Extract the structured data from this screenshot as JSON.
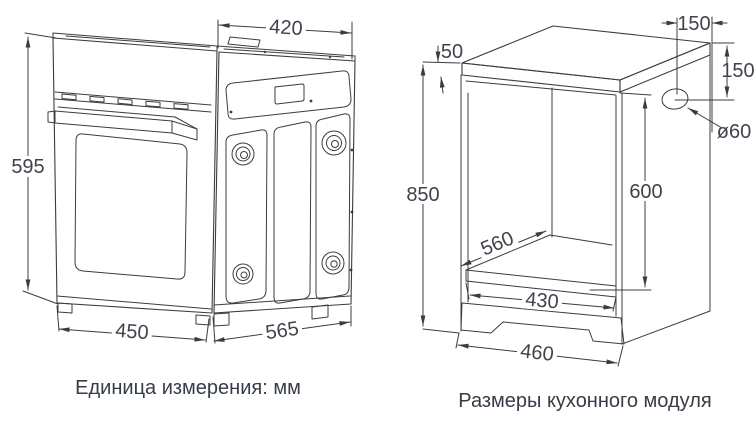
{
  "colors": {
    "background": "#ffffff",
    "line": "#3c3c3c",
    "dim_text": "#3f434b",
    "caption_text": "#363d47"
  },
  "left_figure": {
    "name": "oven-outline-drawing",
    "caption": "Единица измерения: мм",
    "dimensions": {
      "top_width": "420",
      "height": "595",
      "bottom_front": "450",
      "bottom_side": "565"
    }
  },
  "right_figure": {
    "name": "kitchen-module-drawing",
    "caption": "Размеры кухонного модуля",
    "dimensions": {
      "countertop_thickness": "50",
      "hole_offset_horizontal": "150",
      "hole_offset_vertical": "150",
      "hole_diameter": "ø60",
      "module_height": "850",
      "niche_height": "600",
      "niche_depth": "560",
      "niche_width": "430",
      "plinth_width": "460"
    }
  }
}
